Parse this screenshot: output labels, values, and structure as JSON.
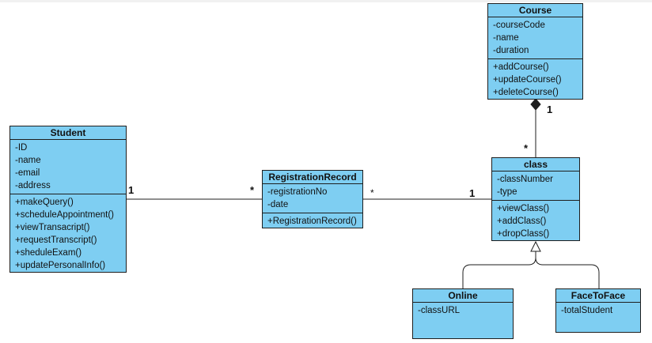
{
  "classes": {
    "course": {
      "name": "Course",
      "attributes": [
        "-courseCode",
        "-name",
        "-duration"
      ],
      "methods": [
        "+addCourse()",
        "+updateCourse()",
        "+deleteCourse()"
      ]
    },
    "student": {
      "name": "Student",
      "attributes": [
        "-ID",
        "-name",
        "-email",
        "-address"
      ],
      "methods": [
        "+makeQuery()",
        "+scheduleAppointment()",
        "+viewTransacript()",
        "+requestTranscript()",
        "+sheduleExam()",
        "+updatePersonalInfo()"
      ]
    },
    "registration": {
      "name": "RegistrationRecord",
      "attributes": [
        "-registrationNo",
        "-date"
      ],
      "methods": [
        "+RegistrationRecord()"
      ]
    },
    "klass": {
      "name": "class",
      "attributes": [
        "-classNumber",
        "-type"
      ],
      "methods": [
        "+viewClass()",
        "+addClass()",
        "+dropClass()"
      ]
    },
    "online": {
      "name": "Online",
      "attributes": [
        "-classURL"
      ]
    },
    "facetoface": {
      "name": "FaceToFace",
      "attributes": [
        "-totalStudent"
      ]
    }
  },
  "multiplicities": {
    "course_end": "1",
    "class_composition_end": "*",
    "student_end": "1",
    "registration_left_end": "*",
    "registration_right_end": "*",
    "class_assoc_end": "1"
  }
}
